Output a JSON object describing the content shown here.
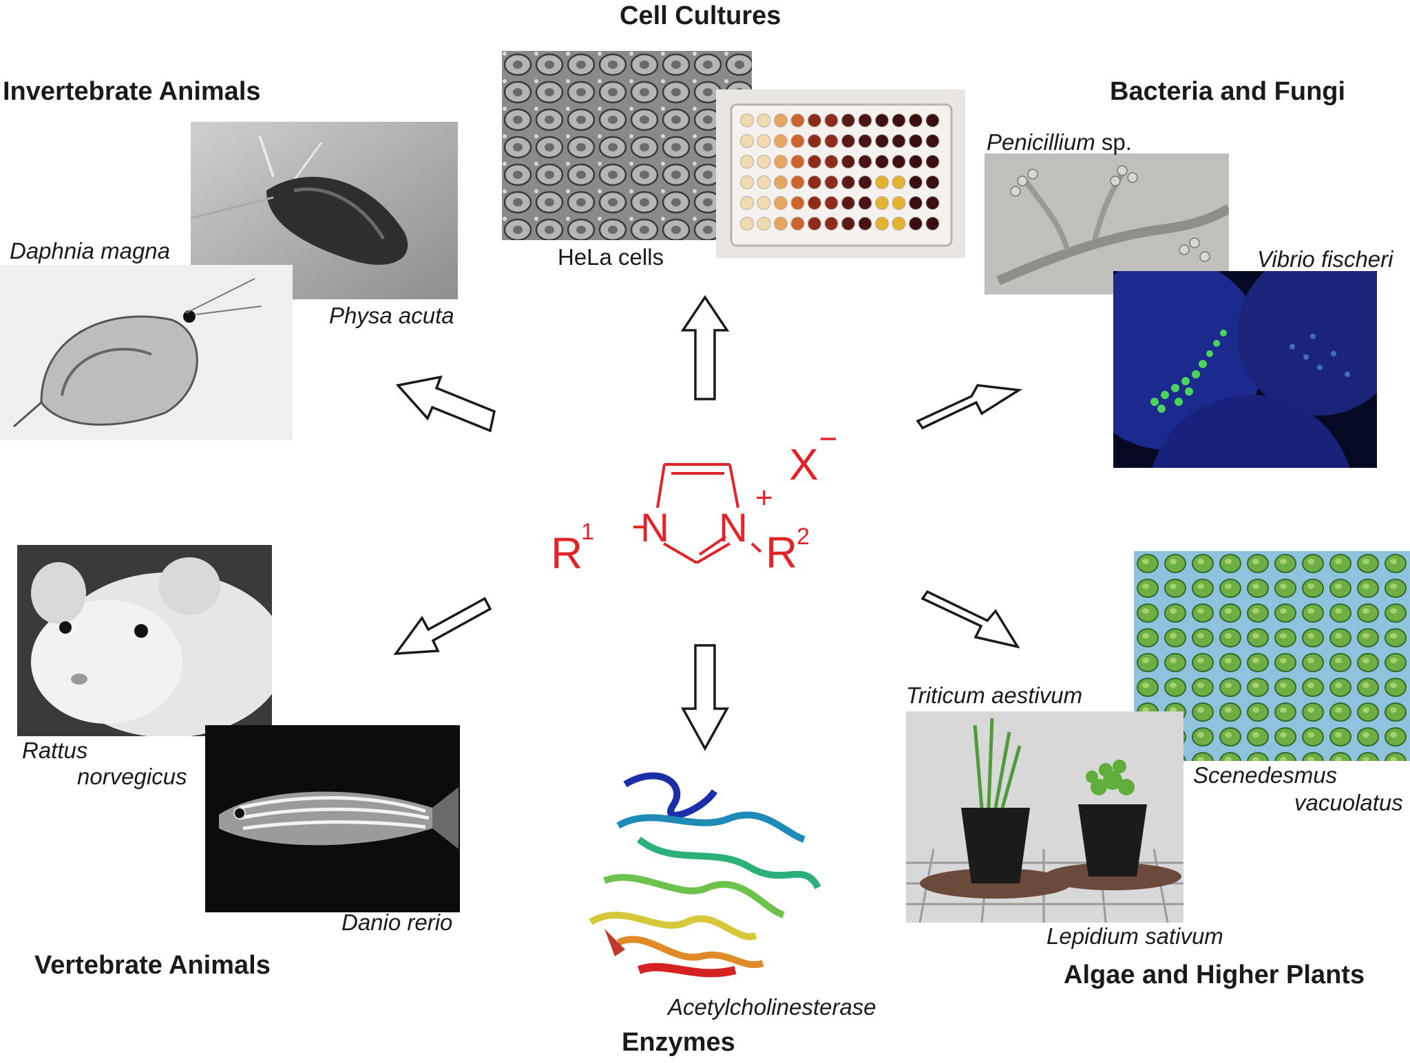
{
  "headings": {
    "cell_cultures": "Cell Cultures",
    "invertebrate": "Invertebrate Animals",
    "bacteria_fungi": "Bacteria and Fungi",
    "vertebrate": "Vertebrate Animals",
    "enzymes": "Enzymes",
    "algae_plants": "Algae and Higher Plants"
  },
  "labels": {
    "hela": "HeLa cells",
    "daphnia": "Daphnia magna",
    "physa": "Physa acuta",
    "penicillium": "Penicillium",
    "penicillium_suffix": " sp.",
    "vibrio": "Vibrio fischeri",
    "rattus_1": "Rattus",
    "rattus_2": "norvegicus",
    "danio": "Danio rerio",
    "ache": "Acetylcholinesterase",
    "triticum": "Triticum aestivum",
    "lepidium": "Lepidium sativum",
    "scenedesmus_1": "Scenedesmus",
    "scenedesmus_2": "vacuolatus"
  },
  "structure": {
    "r1": "R",
    "r1_sup": "1",
    "n1": "N",
    "n3": "N",
    "plus": "+",
    "anion": "X",
    "r2": "R",
    "r2_sup": "2",
    "color": "#e0242a"
  },
  "colors": {
    "heading": "#1a1a1a",
    "arrow_stroke": "#1a1a1a",
    "structure": "#e0242a"
  },
  "arrows": [
    "up",
    "upper-left",
    "upper-right",
    "lower-left",
    "lower-right",
    "down"
  ]
}
